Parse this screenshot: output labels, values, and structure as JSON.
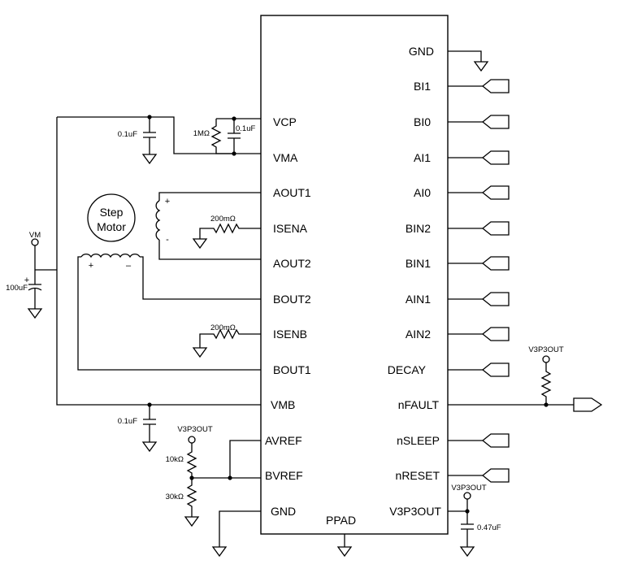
{
  "ic": {
    "left_pins": [
      "VCP",
      "VMA",
      "AOUT1",
      "ISENA",
      "AOUT2",
      "BOUT2",
      "ISENB",
      "BOUT1",
      "VMB",
      "AVREF",
      "BVREF",
      "GND"
    ],
    "right_pins": [
      "GND",
      "BI1",
      "BI0",
      "AI1",
      "AI0",
      "BIN2",
      "BIN1",
      "AIN1",
      "AIN2",
      "DECAY",
      "nFAULT",
      "nSLEEP",
      "nRESET",
      "V3P3OUT"
    ],
    "pad_label": "PPAD"
  },
  "components": {
    "cap_vcp": "0.1uF",
    "cap_vma": "0.1uF",
    "res_vcp": "1MΩ",
    "cap_vm": "100uF",
    "vm_label": "VM",
    "res_isena": "200mΩ",
    "res_isenb": "200mΩ",
    "cap_vmb": "0.1uF",
    "vref_supply": "V3P3OUT",
    "res_vref_top": "10kΩ",
    "res_vref_bottom": "30kΩ",
    "nfault_pullup_supply": "V3P3OUT",
    "v3p3_supply": "V3P3OUT",
    "cap_v3p3": "0.47uF"
  },
  "motor": {
    "line1": "Step",
    "line2": "Motor",
    "coil_a_plus": "+",
    "coil_a_minus": "-",
    "coil_b_plus": "+",
    "coil_b_minus": "–"
  }
}
